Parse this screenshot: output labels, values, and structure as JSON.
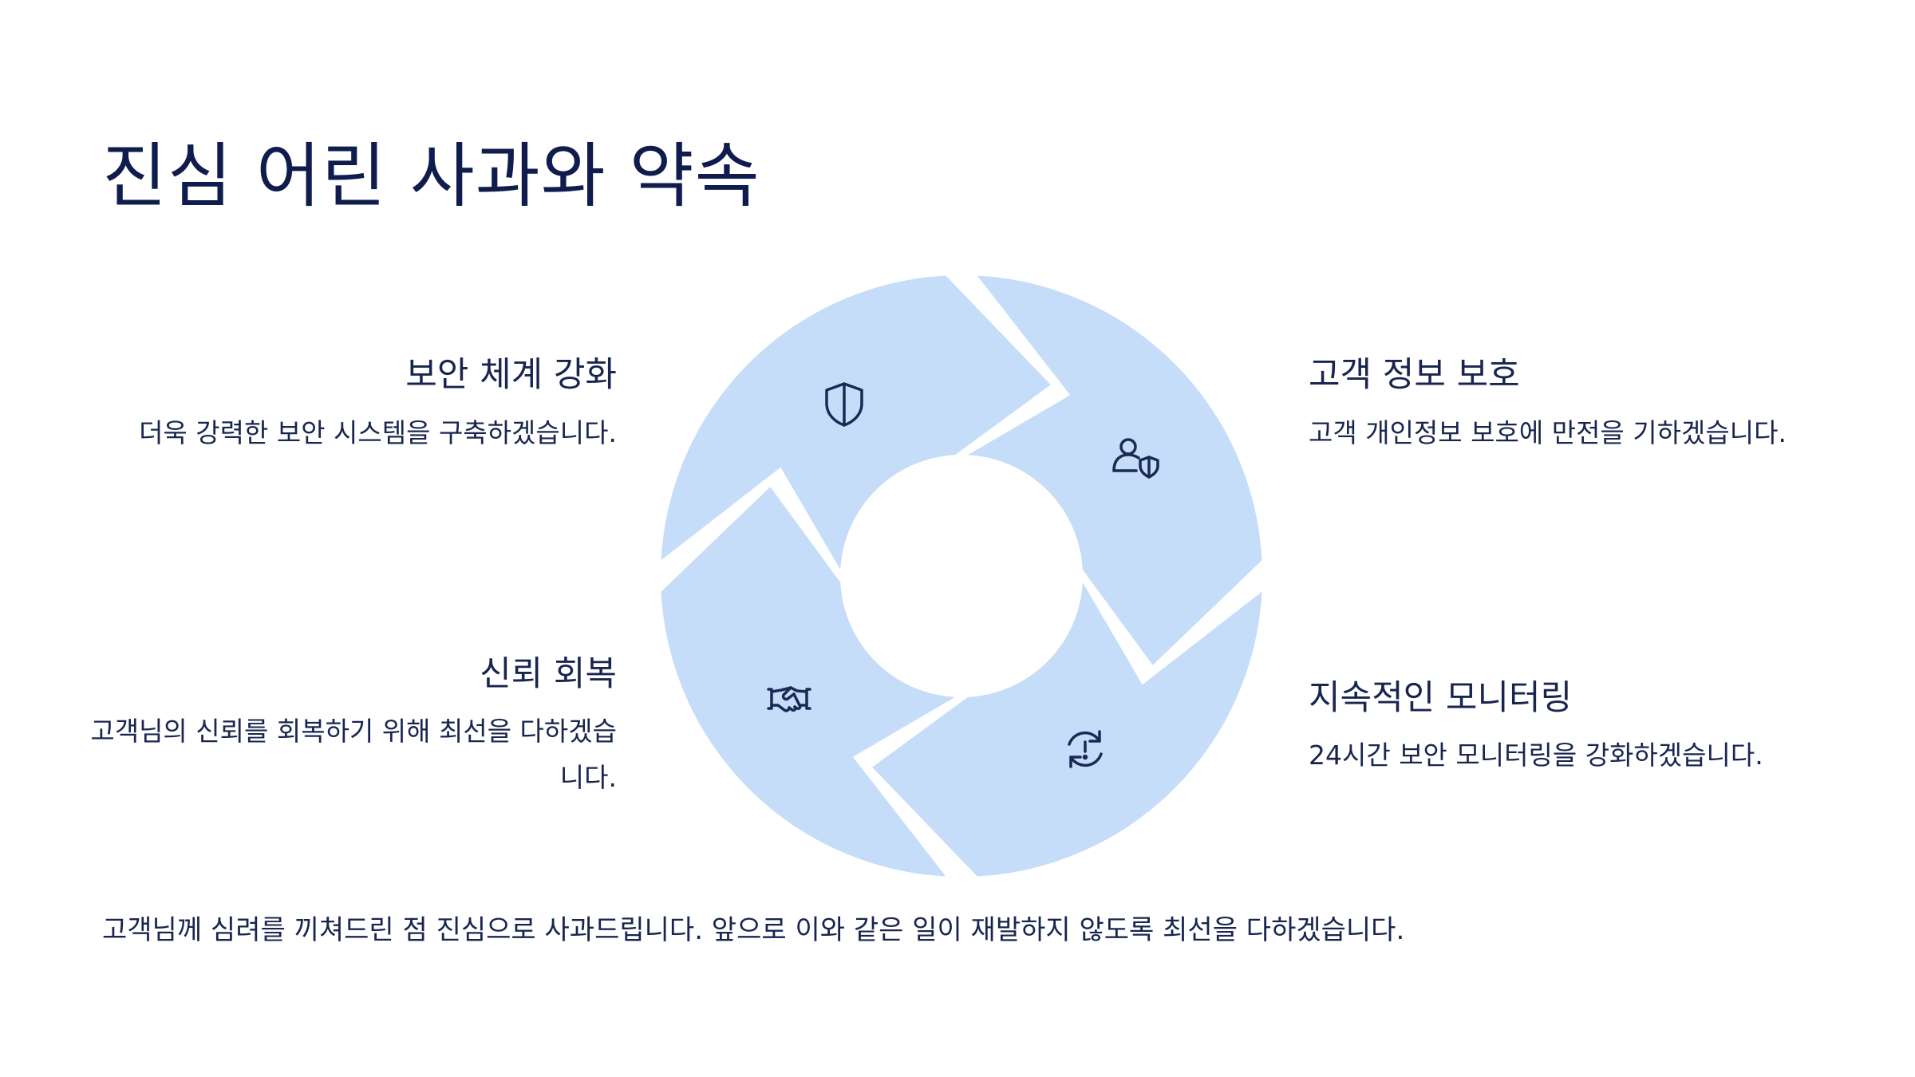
{
  "slide": {
    "title": "진심 어린 사과와 약속",
    "footer": "고객님께 심려를 끼쳐드린 점 진심으로 사과드립니다. 앞으로 이와 같은 일이 재발하지 않도록 최선을 다하겠습니다."
  },
  "cycle": {
    "segment_color": "#c5ddf8",
    "icon_color": "#1a2a55",
    "items": [
      {
        "position": "top-left",
        "icon": "shield-icon",
        "title": "보안 체계 강화",
        "description": "더욱 강력한 보안 시스템을 구축하겠습니다."
      },
      {
        "position": "top-right",
        "icon": "user-shield-icon",
        "title": "고객 정보 보호",
        "description": "고객 개인정보 보호에 만전을 기하겠습니다."
      },
      {
        "position": "bottom-right",
        "icon": "refresh-alert-icon",
        "title": "지속적인 모니터링",
        "description": "24시간 보안 모니터링을 강화하겠습니다."
      },
      {
        "position": "bottom-left",
        "icon": "handshake-icon",
        "title": "신뢰 회복",
        "description": "고객님의 신뢰를 회복하기 위해 최선을 다하겠습니다."
      }
    ]
  }
}
